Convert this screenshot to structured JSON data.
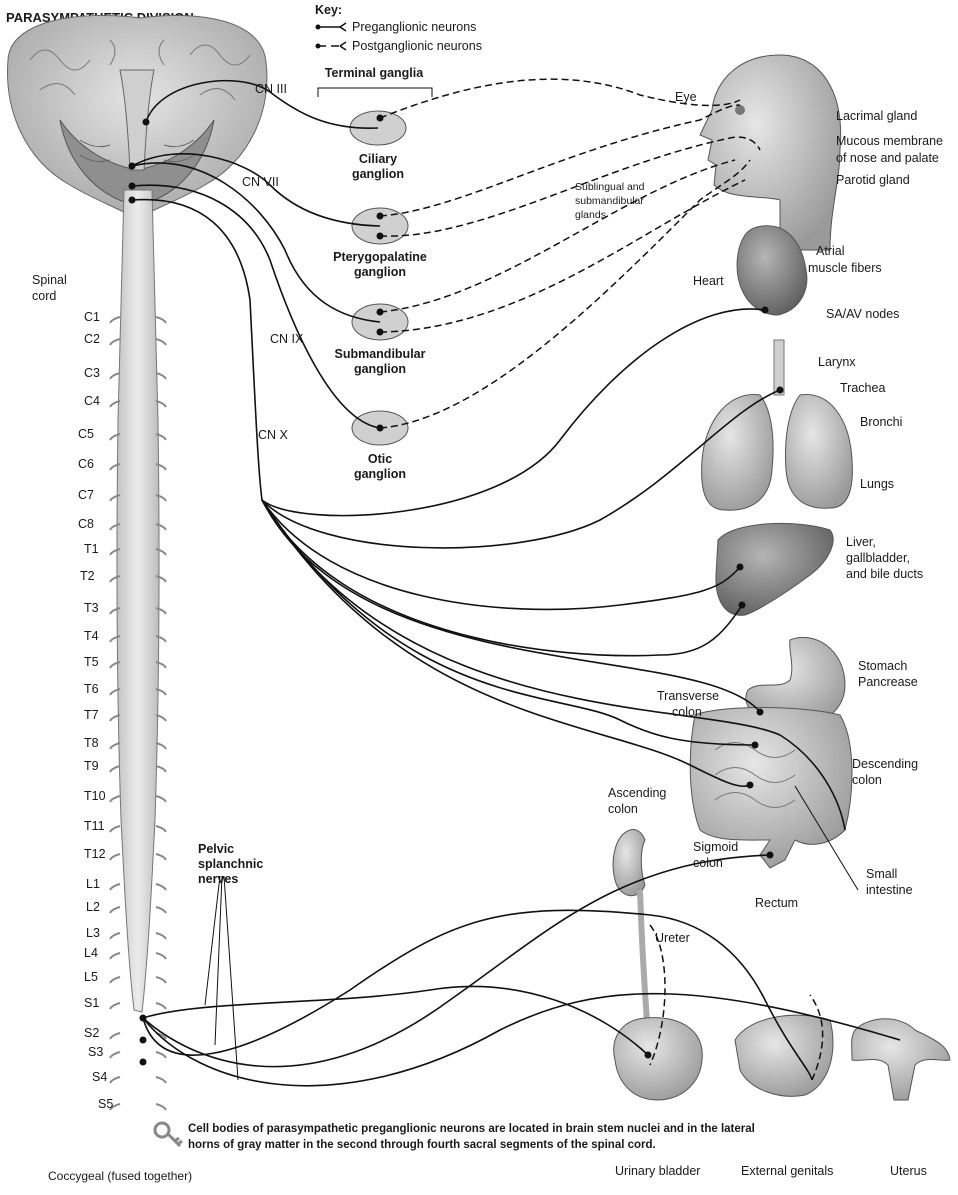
{
  "title": "PARASYMPATHETIC DIVISION",
  "key": {
    "heading": "Key:",
    "preganglionic": "Preganglionic neurons",
    "postganglionic": "Postganglionic neurons"
  },
  "terminal_ganglia": "Terminal ganglia",
  "cranial_nerves": [
    "CN III",
    "CN VII",
    "CN IX",
    "CN X"
  ],
  "ganglia": [
    {
      "line1": "Ciliary",
      "line2": "ganglion"
    },
    {
      "line1": "Pterygopalatine",
      "line2": "ganglion"
    },
    {
      "line1": "Submandibular",
      "line2": "ganglion"
    },
    {
      "line1": "Otic",
      "line2": "ganglion"
    }
  ],
  "head_labels": {
    "eye": "Eye",
    "lacrimal": "Lacrimal gland",
    "mucous1": "Mucous membrane",
    "mucous2": "of nose and palate",
    "parotid": "Parotid gland",
    "sublingual1": "Sublingual and",
    "sublingual2": "submandibular",
    "sublingual3": "glands"
  },
  "spinal_cord": {
    "line1": "Spinal",
    "line2": "cord"
  },
  "segments": [
    "C1",
    "C2",
    "C3",
    "C4",
    "C5",
    "C6",
    "C7",
    "C8",
    "T1",
    "T2",
    "T3",
    "T4",
    "T5",
    "T6",
    "T7",
    "T8",
    "T9",
    "T10",
    "T11",
    "T12",
    "L1",
    "L2",
    "L3",
    "L4",
    "L5",
    "S1",
    "S2",
    "S3",
    "S4",
    "S5"
  ],
  "coccygeal": "Coccygeal (fused together)",
  "pelvic": {
    "line1": "Pelvic",
    "line2": "splanchnic",
    "line3": "nerves"
  },
  "organ_labels": {
    "heart": "Heart",
    "atrial1": "Atrial",
    "atrial2": "muscle fibers",
    "sa_av": "SA/AV nodes",
    "larynx": "Larynx",
    "trachea": "Trachea",
    "bronchi": "Bronchi",
    "lungs": "Lungs",
    "liver1": "Liver,",
    "liver2": "gallbladder,",
    "liver3": "and bile ducts",
    "stomach": "Stomach",
    "pancreas": "Pancrease",
    "transverse1": "Transverse",
    "transverse2": "colon",
    "descending1": "Descending",
    "descending2": "colon",
    "ascending1": "Ascending",
    "ascending2": "colon",
    "sigmoid1": "Sigmoid",
    "sigmoid2": "colon",
    "small1": "Small",
    "small2": "intestine",
    "rectum": "Rectum",
    "ureter": "Ureter",
    "bladder": "Urinary bladder",
    "genitals": "External genitals",
    "uterus": "Uterus"
  },
  "caption": {
    "line1": "Cell bodies of parasympathetic preganglionic neurons are located in brain stem nuclei and in the lateral",
    "line2": "horns of gray matter in the second through fourth sacral segments of the spinal cord."
  },
  "colors": {
    "organ_fill": "#b9b9b9",
    "cord_fill": "#d8d8d8",
    "ganglion_fill": "#d0d0d0"
  }
}
